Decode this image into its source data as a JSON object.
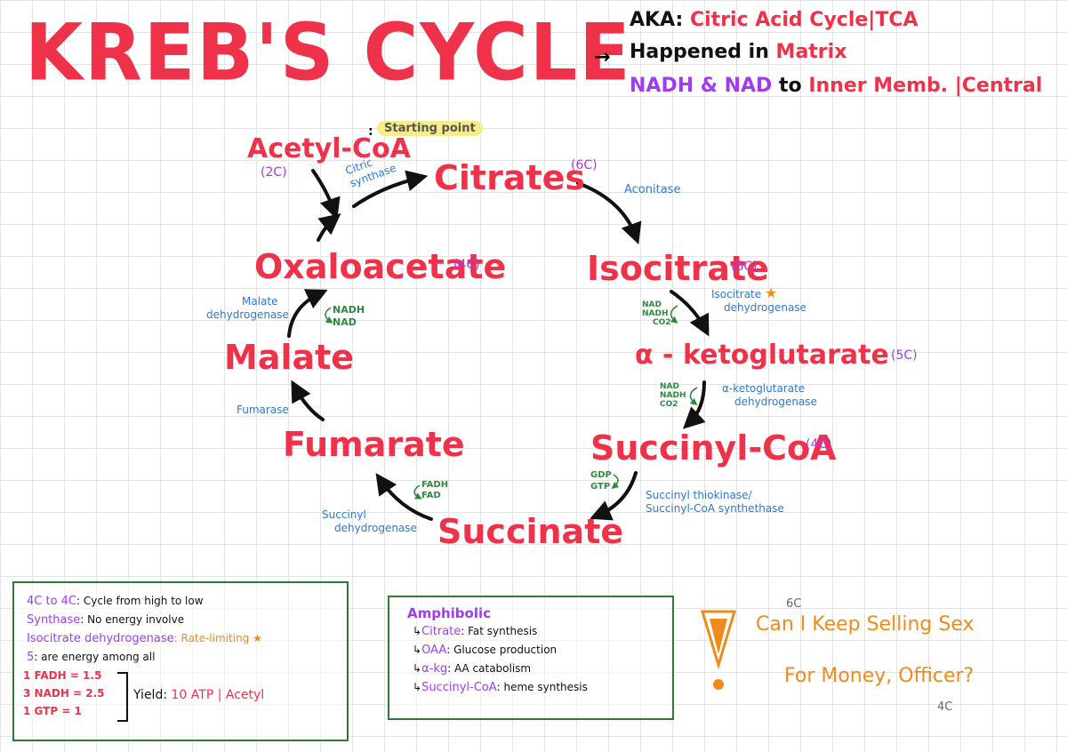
{
  "title": "KREB'S CYCLE",
  "header": {
    "aka_label": "AKA:",
    "aka_value": "Citric Acid Cycle|TCA",
    "arrow": "→",
    "happened_label": "Happened in",
    "happened_value": "Matrix",
    "nad_label": "NADH & NAD",
    "nad_mid": "to",
    "nad_value": "Inner Memb. |Central"
  },
  "cycle": {
    "acetyl_coa": "Acetyl-CoA",
    "acetyl_colon": ":",
    "acetyl_carbons": "(2C)",
    "starting_point": "Starting point",
    "citrates": "Citrates",
    "citrates_carbons": "(6C)",
    "isocitrate": "Isocitrate",
    "isocitrate_carbons": "(6C)",
    "aketo": "α - ketoglutarate",
    "aketo_carbons": "(5C)",
    "succinyl_coa": "Succinyl-CoA",
    "succinyl_coa_carbons": "(4C)",
    "succinate": "Succinate",
    "fumarate": "Fumarate",
    "malate": "Malate",
    "oxaloacetate": "Oxaloacetate",
    "oxaloacetate_carbons": "(4C)"
  },
  "enzymes": {
    "citric_synthase_1": "Citric",
    "citric_synthase_2": "synthase",
    "aconitase": "Aconitase",
    "isocitrate_dh_1": "Isocitrate",
    "isocitrate_dh_2": "dehydrogenase",
    "aketo_dh_1": "α-ketoglutarate",
    "aketo_dh_2": "dehydrogenase",
    "succinyl_thio_1": "Succinyl thiokinase/",
    "succinyl_thio_2": "Succinyl-CoA synthethase",
    "succinyl_dh_1": "Succinyl",
    "succinyl_dh_2": "dehydrogenase",
    "fumarase": "Fumarase",
    "malate_dh_1": "Malate",
    "malate_dh_2": "dehydrogenase"
  },
  "cofactors": {
    "iso_nad": "NAD",
    "iso_nadh": "NADH",
    "iso_co2": "CO2",
    "ak_nad": "NAD",
    "ak_nadh": "NADH",
    "ak_co2": "CO2",
    "gdp": "GDP",
    "gtp": "GTP",
    "fadh": "FADH",
    "fad": "FAD",
    "mal_nadh": "NADH",
    "mal_nad": "NAD"
  },
  "notes_box": {
    "l1_key": "4C to 4C",
    "l1_val": ": Cycle from high to low",
    "l2_key": "Synthase",
    "l2_val": ": No energy involve",
    "l3_key": "Isocitrate dehydrogenase",
    "l3_val": ": Rate-limiting",
    "l4_key": "5",
    "l4_val": ": are energy among all",
    "l5": "1 FADH = 1.5",
    "l6": "3 NADH = 2.5",
    "l7": "1 GTP = 1",
    "yield_label": "Yield:",
    "yield_value": "10 ATP | Acetyl"
  },
  "amphibolic_box": {
    "title": "Amphibolic",
    "r1_key": "Citrate",
    "r1_val": ": Fat synthesis",
    "r2_key": "OAA",
    "r2_val": ": Glucose production",
    "r3_key": "α-kg",
    "r3_val": ": AA catabolism",
    "r4_key": "Succinyl-CoA",
    "r4_val": ": heme synthesis"
  },
  "mnemonic": {
    "top_note": "6C",
    "line1": "Can I Keep Selling Sex",
    "line2": "For Money, Officer?",
    "bottom_note": "4C"
  },
  "colors": {
    "red": "#ef3249",
    "blue": "#2a79d8",
    "green": "#2f8a3e",
    "purple": "#a23bf0",
    "orange": "#ef8a1d",
    "highlight": "#f6ec8a"
  }
}
